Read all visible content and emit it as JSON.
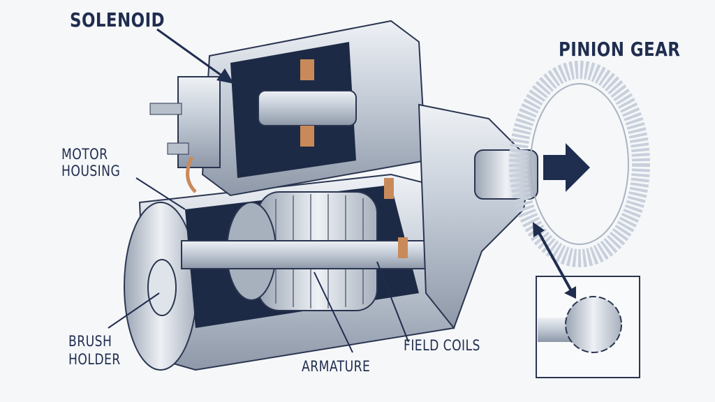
{
  "labels": {
    "solenoid": "SOLENOID",
    "pinion_gear": "PINION GEAR",
    "motor_housing_line1": "MOTOR",
    "motor_housing_line2": "HOUSING",
    "brush_holder_line1": "BRUSH",
    "brush_holder_line2": "HOLDER",
    "field_coils": "FIELD COILS",
    "armature": "ARMATURE"
  },
  "colors": {
    "label": "#1f2d4f",
    "arrow": "#1f2d4f",
    "metal": "#c9d0da",
    "copper": "#c98a5a",
    "background": "#f6f7f9"
  }
}
